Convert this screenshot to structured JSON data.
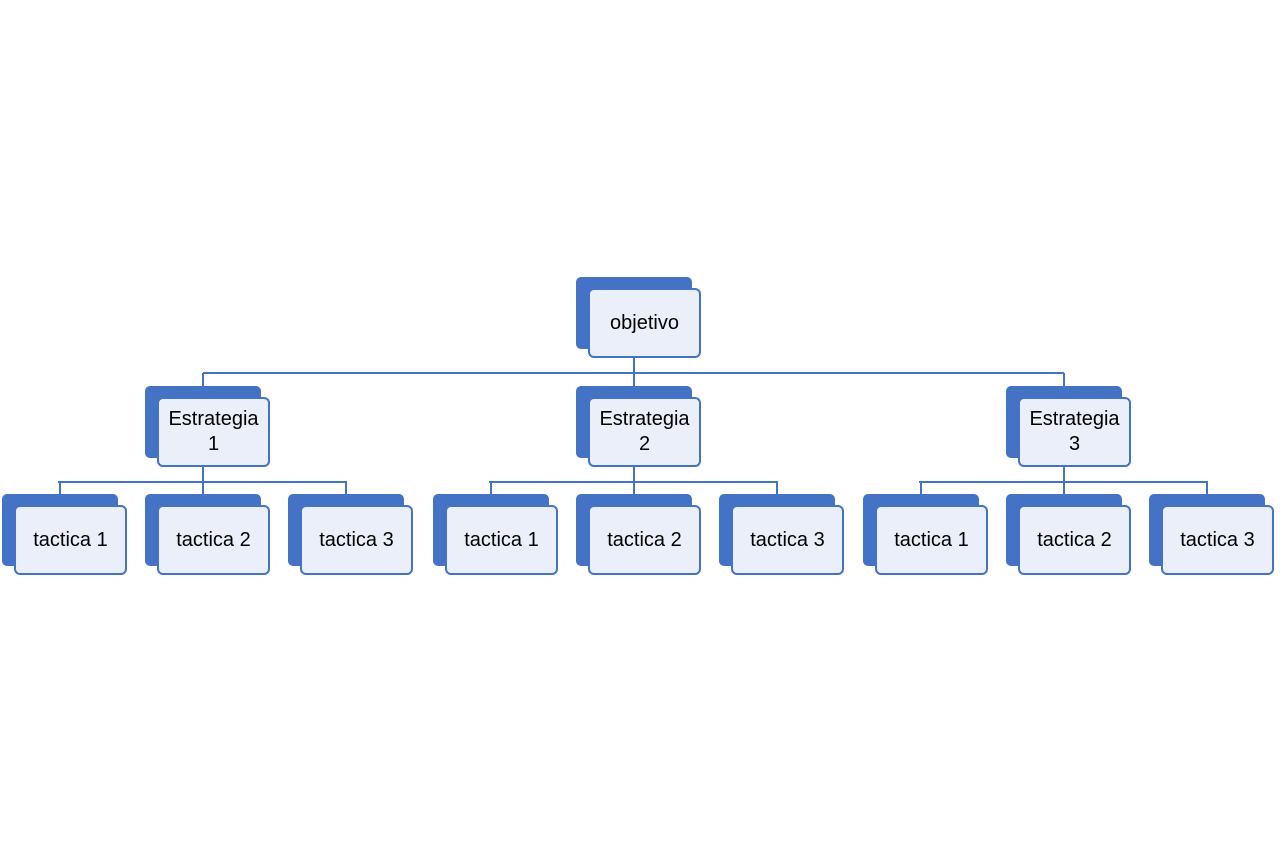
{
  "colors": {
    "back_fill": "#4472c4",
    "front_fill": "#eaeff9",
    "front_border": "#4472c4",
    "connector": "#4472c4"
  },
  "diagram": {
    "root": {
      "label": "objetivo"
    },
    "strategies": [
      {
        "label": "Estrategia\n1",
        "tactics": [
          {
            "label": "tactica 1"
          },
          {
            "label": "tactica 2"
          },
          {
            "label": "tactica 3"
          }
        ]
      },
      {
        "label": "Estrategia\n2",
        "tactics": [
          {
            "label": "tactica 1"
          },
          {
            "label": "tactica 2"
          },
          {
            "label": "tactica 3"
          }
        ]
      },
      {
        "label": "Estrategia\n3",
        "tactics": [
          {
            "label": "tactica 1"
          },
          {
            "label": "tactica 2"
          },
          {
            "label": "tactica 3"
          }
        ]
      }
    ]
  }
}
